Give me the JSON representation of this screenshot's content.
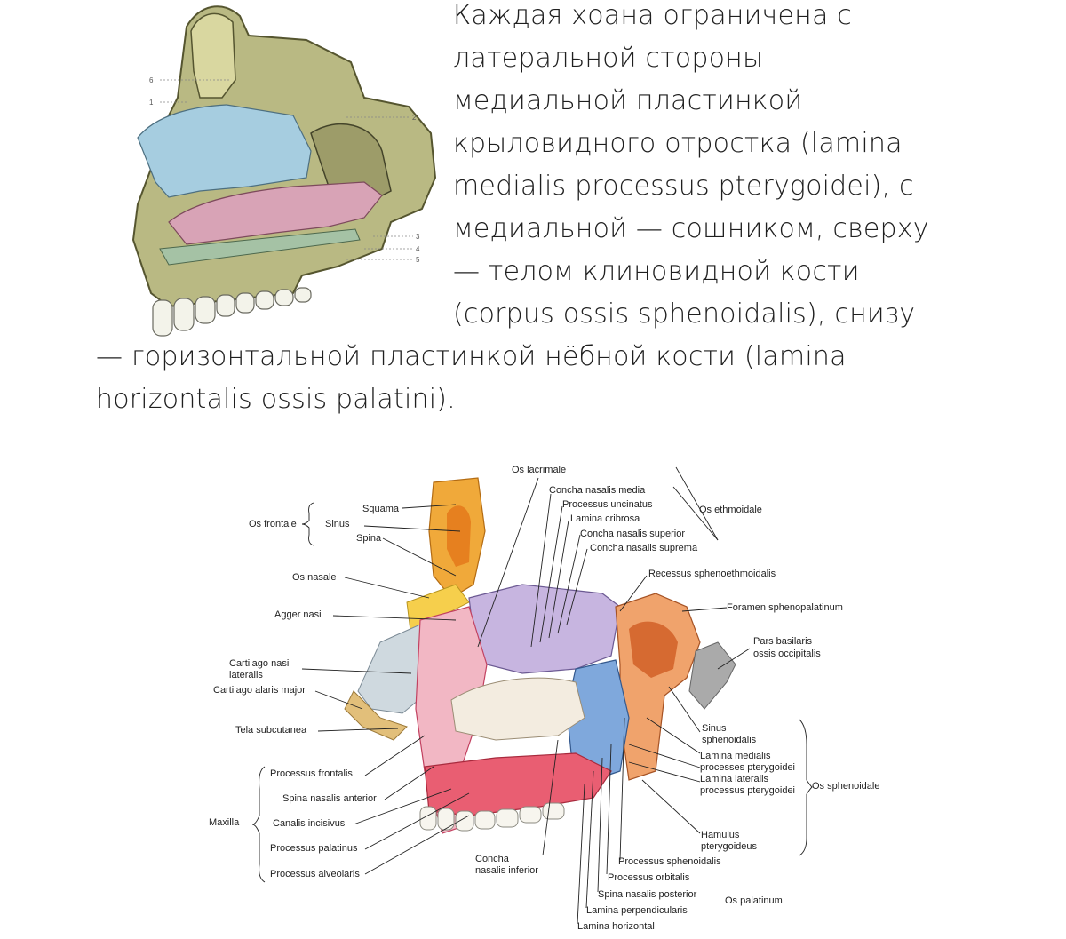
{
  "paragraph": {
    "lines": [
      "Каждая хоана ограничена с",
      "латеральной стороны",
      "медиальной пластинкой",
      "крыловидного отростка (lamina",
      "medialis processus pterygoidei), с",
      "медиальной — сошником, сверху",
      "— телом клиновидной кости",
      "(corpus ossis sphenoidalis), снизу",
      "— горизонтальной пластинкой нёбной кости (lamina",
      "horizontalis ossis palatini)."
    ]
  },
  "top_figure": {
    "callouts": [
      "6",
      "1",
      "2",
      "3",
      "4",
      "5"
    ]
  },
  "bottom_figure": {
    "labels": {
      "os_lacrimale": "Os lacrimale",
      "concha_media": "Concha nasalis media",
      "proc_uncinatus": "Processus uncinatus",
      "lamina_cribrosa": "Lamina cribrosa",
      "concha_superior": "Concha nasalis superior",
      "concha_suprema": "Concha nasalis suprema",
      "os_ethmoidale": "Os ethmoidale",
      "squama": "Squama",
      "os_frontale": "Os frontale",
      "sinus": "Sinus",
      "spina": "Spina",
      "os_nasale": "Os nasale",
      "recessus": "Recessus sphenoethmoidalis",
      "agger_nasi": "Agger nasi",
      "foramen": "Foramen sphenopalatinum",
      "pars_basilaris_1": "Pars basilaris",
      "pars_basilaris_2": "ossis occipitalis",
      "cart_nasi_1": "Cartilago nasi",
      "cart_nasi_2": "lateralis",
      "cart_alaris": "Cartilago alaris major",
      "tela": "Tela subcutanea",
      "sinus_sph_1": "Sinus",
      "sinus_sph_2": "sphenoidalis",
      "lam_med_1": "Lamina medialis",
      "lam_med_2": "processes pterygoidei",
      "lam_lat_1": "Lamina lateralis",
      "lam_lat_2": "processus pterygoidei",
      "os_sphenoidale": "Os sphenoidale",
      "proc_frontalis": "Processus frontalis",
      "spina_ant": "Spina nasalis anterior",
      "maxilla": "Maxilla",
      "canalis": "Canalis incisivus",
      "proc_palatinus": "Processus palatinus",
      "proc_alveolaris": "Processus alveolaris",
      "hamulus_1": "Hamulus",
      "hamulus_2": "pterygoideus",
      "concha_inf_1": "Concha",
      "concha_inf_2": "nasalis inferior",
      "proc_sphen": "Processus sphenoidalis",
      "proc_orb": "Processus orbitalis",
      "spina_post": "Spina nasalis posterior",
      "lam_perp": "Lamina perpendicularis",
      "os_palatinum": "Os palatinum",
      "lam_horiz": "Lamina horizontal"
    }
  }
}
